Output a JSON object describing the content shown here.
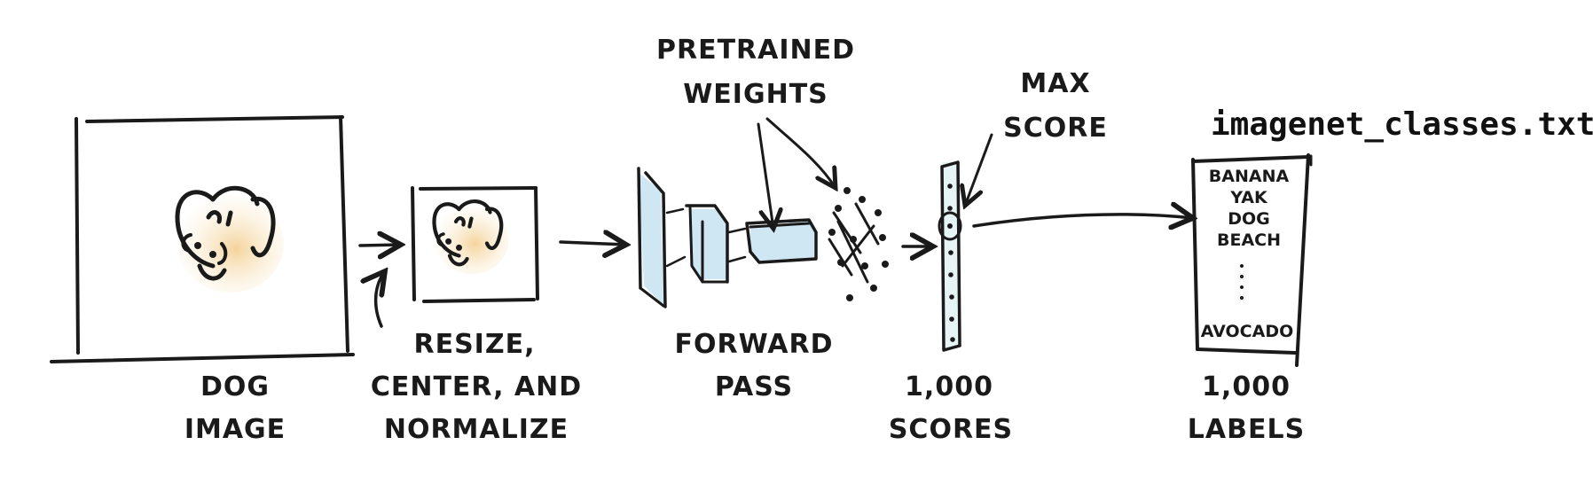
{
  "labels": {
    "dog_image_l1": "DOG",
    "dog_image_l2": "IMAGE",
    "resize_l1": "RESIZE,",
    "resize_l2": "CENTER, AND",
    "resize_l3": "NORMALIZE",
    "pretrained_l1": "PRETRAINED",
    "pretrained_l2": "WEIGHTS",
    "forward_l1": "FORWARD",
    "forward_l2": "PASS",
    "max_l1": "MAX",
    "max_l2": "SCORE",
    "scores_l1": "1,000",
    "scores_l2": "SCORES",
    "labels_l1": "1,000",
    "labels_l2": "LABELS",
    "file_name": "imagenet_classes.txt"
  },
  "file_items": [
    "BANANA",
    "YAK",
    "DOG",
    "BEACH"
  ],
  "file_last_item": "AVOCADO",
  "colors": {
    "ink": "#1a1a1a",
    "accent_blue": "#cfe6f3",
    "dog_fill": "#f6ddb0"
  }
}
